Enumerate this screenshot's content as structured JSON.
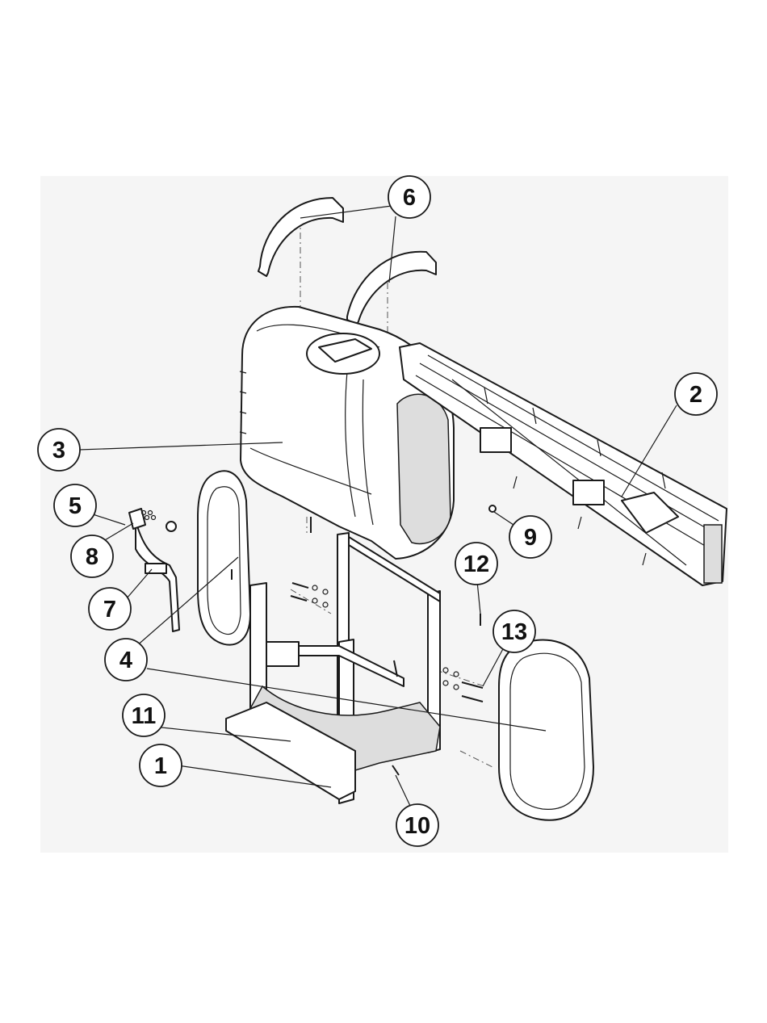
{
  "diagram": {
    "background_color": "#f5f5f5",
    "callouts": [
      {
        "id": "1",
        "label": "1"
      },
      {
        "id": "2",
        "label": "2"
      },
      {
        "id": "3",
        "label": "3"
      },
      {
        "id": "4",
        "label": "4"
      },
      {
        "id": "5",
        "label": "5"
      },
      {
        "id": "6",
        "label": "6"
      },
      {
        "id": "7",
        "label": "7"
      },
      {
        "id": "8",
        "label": "8"
      },
      {
        "id": "9",
        "label": "9"
      },
      {
        "id": "10",
        "label": "10"
      },
      {
        "id": "11",
        "label": "11"
      },
      {
        "id": "12",
        "label": "12"
      },
      {
        "id": "13",
        "label": "13"
      }
    ]
  }
}
